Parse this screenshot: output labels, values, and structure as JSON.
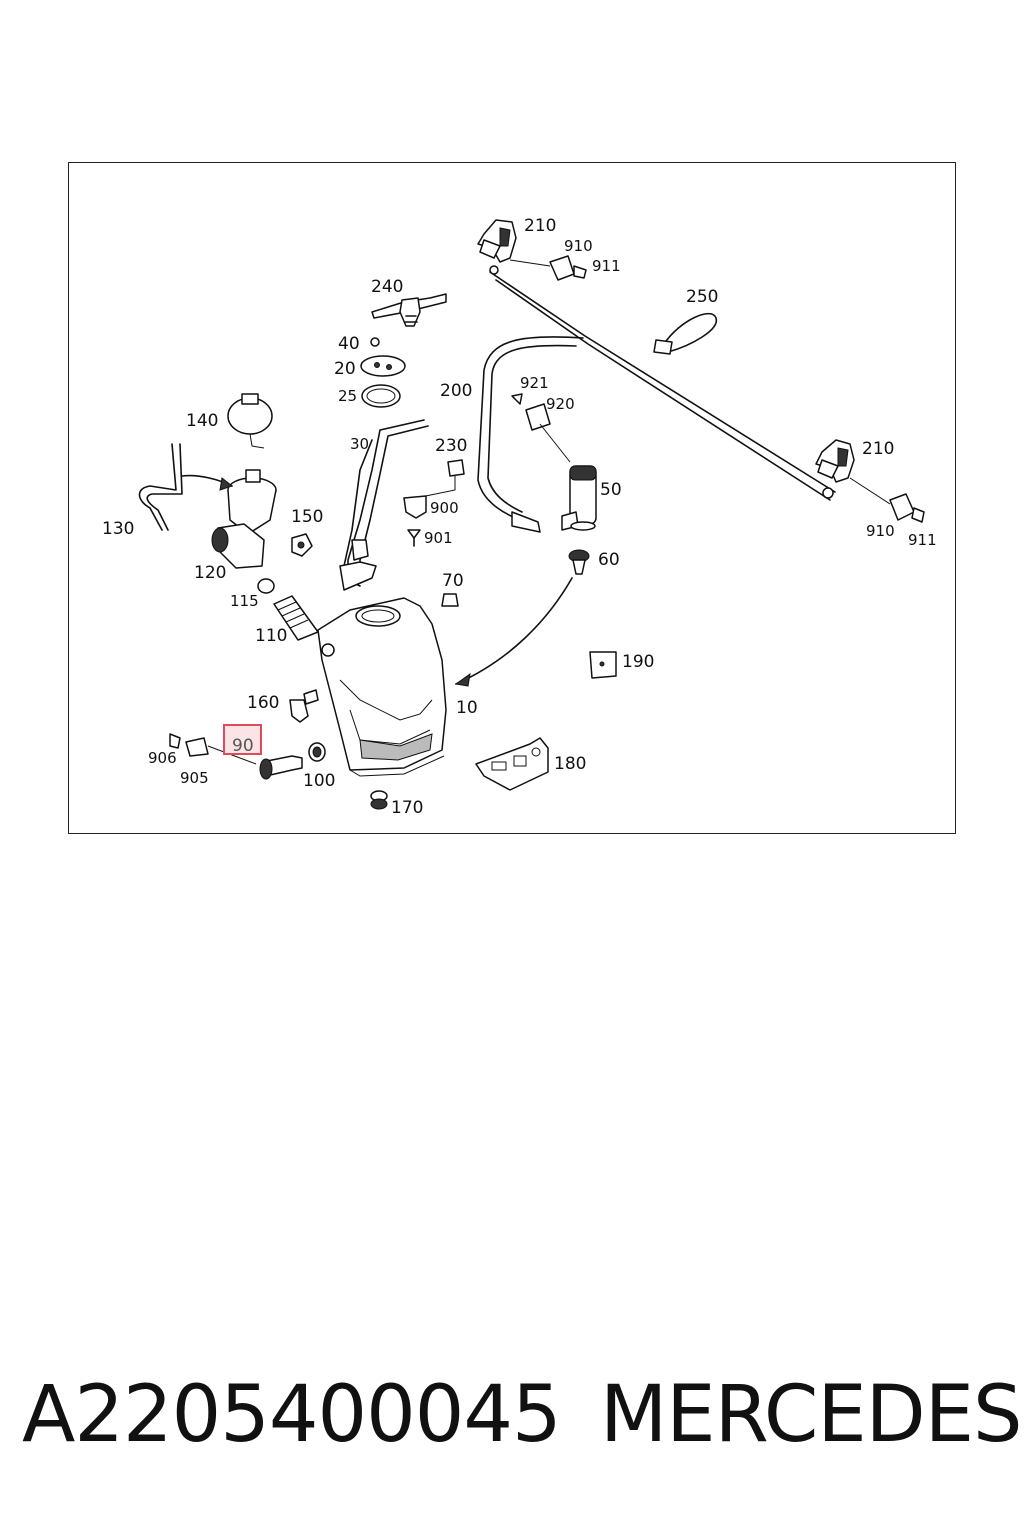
{
  "diagram": {
    "callouts": {
      "c10": "10",
      "c20": "20",
      "c25": "25",
      "c30": "30",
      "c40": "40",
      "c50": "50",
      "c60": "60",
      "c70": "70",
      "c90": "90",
      "c100": "100",
      "c110": "110",
      "c115": "115",
      "c120": "120",
      "c130": "130",
      "c140": "140",
      "c150": "150",
      "c160": "160",
      "c170": "170",
      "c180": "180",
      "c190": "190",
      "c200": "200",
      "c210a": "210",
      "c210b": "210",
      "c230": "230",
      "c240": "240",
      "c250": "250",
      "c900": "900",
      "c901": "901",
      "c905": "905",
      "c906": "906",
      "c910a": "910",
      "c910b": "910",
      "c911a": "911",
      "c911b": "911",
      "c920": "920",
      "c921": "921"
    },
    "highlighted_callout": "90",
    "highlight_color": "#e04a5a"
  },
  "caption": {
    "part_number": "A2205400045",
    "brand": "MERCEDES"
  }
}
